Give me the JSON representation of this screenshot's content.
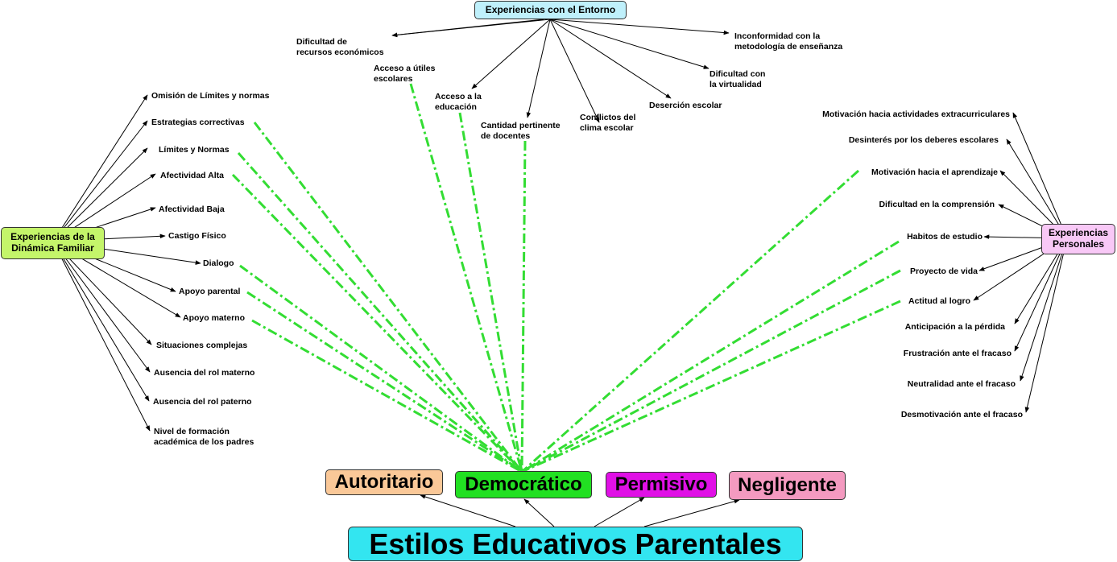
{
  "root": {
    "label": "Estilos Educativos Parentales",
    "color": "#33e5f0"
  },
  "styles": [
    {
      "label": "Autoritario",
      "color": "#fac898"
    },
    {
      "label": "Democrático",
      "color": "#22e022"
    },
    {
      "label": "Permisivo",
      "color": "#e010e6"
    },
    {
      "label": "Negligente",
      "color": "#f49ac0"
    }
  ],
  "entorno": {
    "label": "Experiencias con el Entorno",
    "color": "#bff0fb",
    "items": [
      "Dificultad de\nrecursos económicos",
      "Acceso a útiles\nescolares",
      "Acceso a la\neducación",
      "Cantidad pertinente\nde docentes",
      "Conflictos del\nclima escolar",
      "Deserción escolar",
      "Dificultad con\nla virtualidad",
      "Inconformidad con la\nmetodología de enseñanza"
    ]
  },
  "familiar": {
    "label": "Experiencias de la\nDinámica Familiar",
    "color": "#c4f56a",
    "items": [
      "Omisión de Límites y normas",
      "Estrategias correctivas",
      "Límites y Normas",
      "Afectividad Alta",
      "Afectividad Baja",
      "Castigo Físico",
      "Dialogo",
      "Apoyo parental",
      "Apoyo materno",
      "Situaciones complejas",
      "Ausencia del rol materno",
      "Ausencia del rol paterno",
      "Nivel de formación\nacadémica de los padres"
    ]
  },
  "personal": {
    "label": "Experiencias\nPersonales",
    "color": "#f8c8f6",
    "items": [
      "Motivación hacia actividades extracurriculares",
      "Desinterés por los deberes escolares",
      "Motivación hacia el aprendizaje",
      "Dificultad en la comprensión",
      "Habitos de estudio",
      "Proyecto de vida",
      "Actitud al logro",
      "Anticipación a la pérdida",
      "Frustración ante el fracaso",
      "Neutralidad ante el fracaso",
      "Desmotivación ante el fracaso"
    ]
  },
  "link_color": "#33dd33",
  "links_to": "Democrático",
  "linked_items": [
    "Estrategias correctivas",
    "Límites y Normas",
    "Afectividad Alta",
    "Dialogo",
    "Apoyo parental",
    "Apoyo materno",
    "Acceso a útiles\nescolares",
    "Acceso a la\neducación",
    "Cantidad pertinente\nde docentes",
    "Motivación hacia el aprendizaje",
    "Habitos de estudio",
    "Proyecto de vida",
    "Actitud al logro"
  ]
}
